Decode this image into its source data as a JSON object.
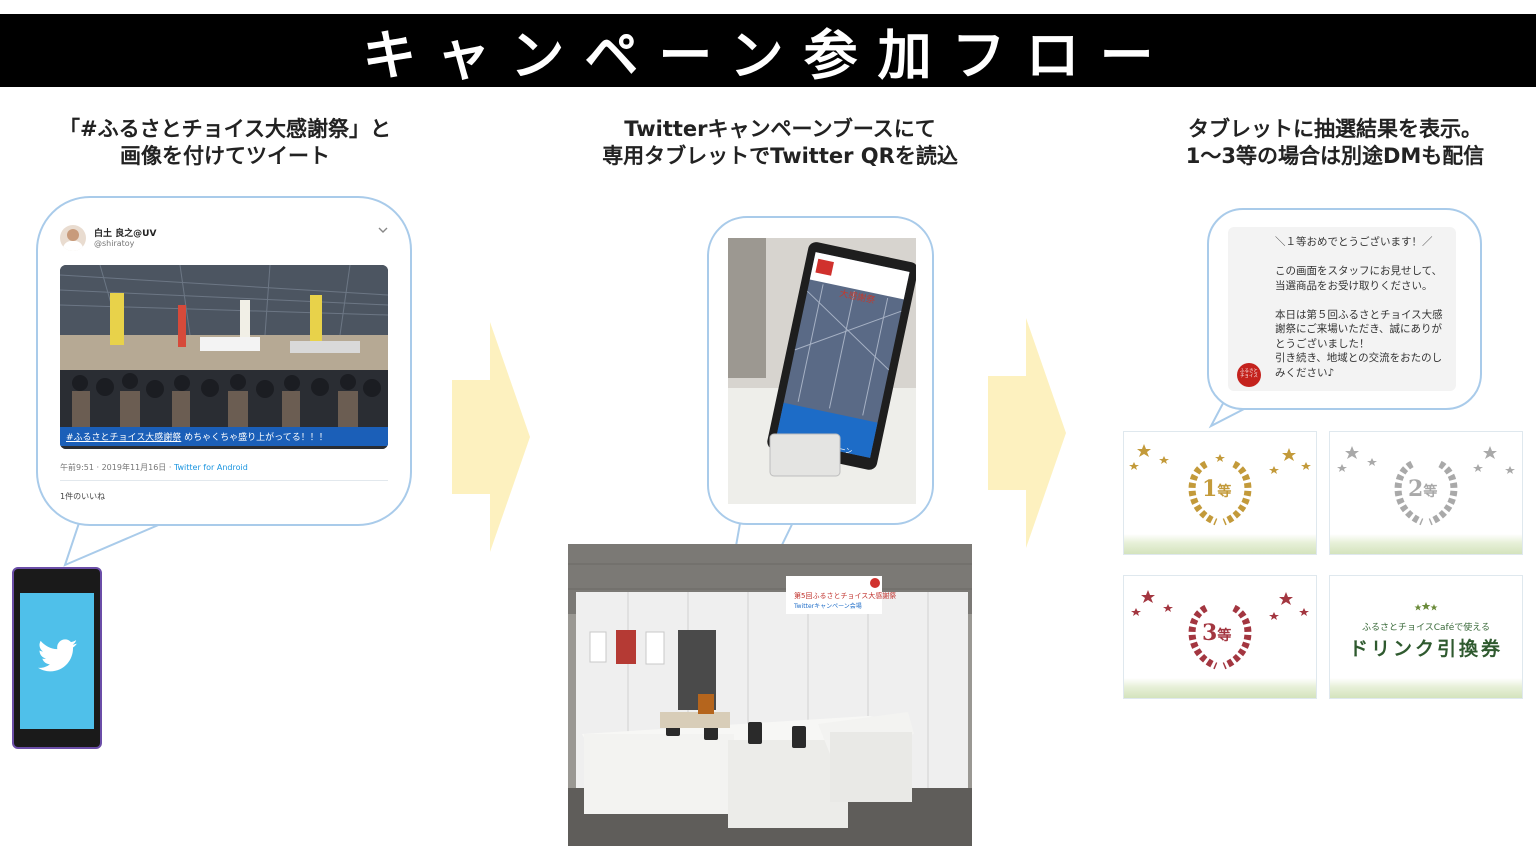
{
  "header": {
    "title": "キャンペーン参加フロー"
  },
  "steps": [
    {
      "line1": "「#ふるさとチョイス大感謝祭」と",
      "line2": "画像を付けてツイート"
    },
    {
      "line1": "Twitterキャンペーンブースにて",
      "line2": "専用タブレットでTwitter QRを読込"
    },
    {
      "line1": "タブレットに抽選結果を表示。",
      "line2": "1～3等の場合は別途DMも配信"
    }
  ],
  "tweet": {
    "name": "白土 良之@UV",
    "handle": "@shiratoy",
    "caption_tag": "#ふるさとチョイス大感謝祭",
    "caption_rest": " めちゃくちゃ盛り上がってる！！！",
    "time": "午前9:51 · 2019年11月16日 · ",
    "client": "Twitter for Android",
    "likes": "1件のいいね"
  },
  "booth_sign": {
    "line1": "第5回ふるさとチョイス大感謝祭",
    "line2": "Twitterキャンペーン会場"
  },
  "tablet_screen": {
    "brand": "大感謝祭",
    "footer": "Twitterキャンペーン"
  },
  "dm": {
    "lines": [
      "＼１等おめでとうございます！／",
      "",
      "この画面をスタッフにお見せして、",
      "当選商品をお受け取りください。",
      "",
      "本日は第５回ふるさとチョイス大感",
      "謝祭にご来場いただき、誠にありが",
      "とうございました！",
      "引き続き、地域との交流をおたのし",
      "みください♪"
    ],
    "avatar_text": "ふるさとチョイス"
  },
  "prizes": [
    {
      "digit": "1",
      "suffix": "等",
      "color": "#c39a3a"
    },
    {
      "digit": "2",
      "suffix": "等",
      "color": "#a9a9a9"
    },
    {
      "digit": "3",
      "suffix": "等",
      "color": "#a33640"
    }
  ],
  "voucher": {
    "top": "ふるさとチョイスCaféで使える",
    "main": "ドリンク引換券"
  },
  "colors": {
    "twitter_blue": "#4fc0ea",
    "bubble_border": "#a9cbea",
    "arrow": "#fdf1bf",
    "gold": "#c39a3a",
    "silver": "#a9a9a9",
    "crimson": "#a33640",
    "voucher_green": "#2f5a2f"
  },
  "icons": [
    "twitter-bird-icon",
    "chevron-down-icon",
    "laurel-wreath-icon",
    "star-icon"
  ]
}
